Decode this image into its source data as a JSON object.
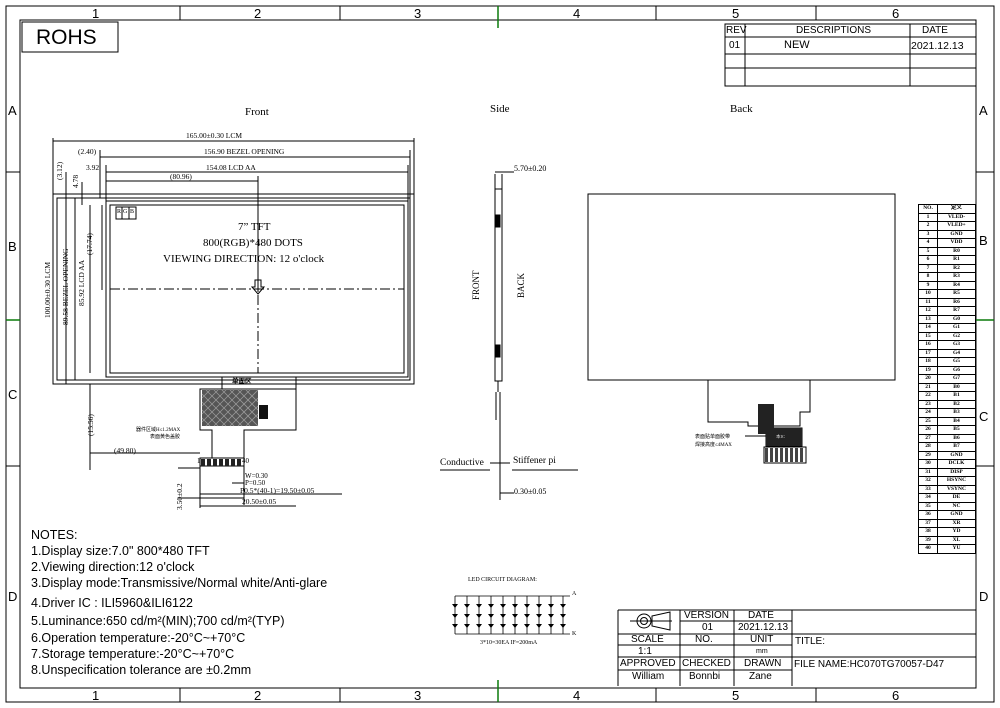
{
  "border": {
    "top_numbers": [
      "1",
      "2",
      "3",
      "4",
      "5",
      "6"
    ],
    "bottom_numbers": [
      "1",
      "2",
      "3",
      "4",
      "5",
      "6"
    ],
    "left_letters": [
      "A",
      "B",
      "C",
      "D"
    ],
    "right_letters": [
      "A",
      "B",
      "C",
      "D"
    ]
  },
  "rohs": "ROHS",
  "revision_table": {
    "headers": {
      "rev": "REV",
      "descriptions": "DESCRIPTIONS",
      "date": "DATE"
    },
    "rows": [
      {
        "rev": "01",
        "description": "NEW",
        "date": "2021.12.13"
      }
    ]
  },
  "views": {
    "front": "Front",
    "side": "Side",
    "back": "Back"
  },
  "front_view": {
    "screen_lines": [
      "7” TFT",
      "800(RGB)*480 DOTS",
      "VIEWING DIRECTION: 12 o'clock"
    ],
    "rgb": [
      "R",
      "G",
      "B"
    ],
    "dims": {
      "lcm_w": "165.00±0.30 LCM",
      "bezel_w": "156.90 BEZEL OPENING",
      "aa_w": "154.08 LCD AA",
      "d240": "(2.40)",
      "d392": "3.92",
      "d8096": "(80.96)",
      "d312": "(3.12)",
      "d478": "4.78",
      "d1774": "(17.74)",
      "lcm_h": "100.00±0.30 LCM",
      "bezel_h": "89.58 BEZEL OPENING",
      "aa_h": "85.92 LCD AA",
      "d1556": "(15.56)",
      "d4980": "(49.80)",
      "d350": "3.50±0.2",
      "pin1": "1",
      "pin40": "40",
      "fpc_w": "W=0.30",
      "fpc_p": "P=0.50",
      "pitch": "P0.5*(40-1)=19.50±0.05",
      "total": "20.50±0.05"
    },
    "fpc_label": "单面区",
    "notes_cn": [
      "器件区域H≤1.2MAX",
      "表面黄色盖胶"
    ]
  },
  "side_view": {
    "front": "FRONT",
    "back": "BACK",
    "thickness": "5.70±0.20",
    "conductive": "Conductive",
    "stiffener": "Stiffener pi",
    "fpc_thk": "0.30±0.05"
  },
  "back_view": {
    "notes_cn": [
      "表面贴单面胶带",
      "焊接高度≤4MAX"
    ],
    "chip": "本IC"
  },
  "pin_table": {
    "headers": {
      "no": "NO.",
      "def": "定义"
    },
    "rows": [
      [
        "1",
        "VLED-"
      ],
      [
        "2",
        "VLED+"
      ],
      [
        "3",
        "GND"
      ],
      [
        "4",
        "VDD"
      ],
      [
        "5",
        "R0"
      ],
      [
        "6",
        "R1"
      ],
      [
        "7",
        "R2"
      ],
      [
        "8",
        "R3"
      ],
      [
        "9",
        "R4"
      ],
      [
        "10",
        "R5"
      ],
      [
        "11",
        "R6"
      ],
      [
        "12",
        "R7"
      ],
      [
        "13",
        "G0"
      ],
      [
        "14",
        "G1"
      ],
      [
        "15",
        "G2"
      ],
      [
        "16",
        "G3"
      ],
      [
        "17",
        "G4"
      ],
      [
        "18",
        "G5"
      ],
      [
        "19",
        "G6"
      ],
      [
        "20",
        "G7"
      ],
      [
        "21",
        "B0"
      ],
      [
        "22",
        "B1"
      ],
      [
        "23",
        "B2"
      ],
      [
        "24",
        "B3"
      ],
      [
        "25",
        "B4"
      ],
      [
        "26",
        "B5"
      ],
      [
        "27",
        "B6"
      ],
      [
        "28",
        "B7"
      ],
      [
        "29",
        "GND"
      ],
      [
        "30",
        "DCLK"
      ],
      [
        "31",
        "DISP"
      ],
      [
        "32",
        "HSYNC"
      ],
      [
        "33",
        "VSYNC"
      ],
      [
        "34",
        "DE"
      ],
      [
        "35",
        "NC"
      ],
      [
        "36",
        "GND"
      ],
      [
        "37",
        "XR"
      ],
      [
        "38",
        "YD"
      ],
      [
        "39",
        "XL"
      ],
      [
        "40",
        "YU"
      ]
    ]
  },
  "notes": {
    "title": "NOTES:",
    "items": [
      "1.Display size:7.0\" 800*480 TFT",
      "2.Viewing direction:12 o'clock",
      "3.Display mode:Transmissive/Normal white/Anti-glare",
      "4.Driver IC : ILI5960&ILI6122",
      "5.Luminance:650 cd/m²(MIN);700 cd/m²(TYP)",
      "6.Operation temperature:-20°C~+70°C",
      "7.Storage temperature:-20°C~+70°C",
      "8.Unspecification tolerance are ±0.2mm"
    ]
  },
  "led": {
    "title": "LED CIRCUIT DIAGRAM:",
    "anode": "A",
    "cathode": "K",
    "caption": "3*10=30EA IF=200mA"
  },
  "title_block": {
    "version_label": "VERSION",
    "version": "01",
    "date_label": "DATE",
    "date": "2021.12.13",
    "scale_label": "SCALE",
    "scale": "1:1",
    "no_label": "NO.",
    "unit_label": "UNIT",
    "unit": "mm",
    "title_label": "TITLE:",
    "approved_label": "APPROVED",
    "approved": "William",
    "checked_label": "CHECKED",
    "checked": "Bonnbi",
    "drawn_label": "DRAWN",
    "drawn": "Zane",
    "file_name": "FILE NAME:HC070TG70057-D47"
  }
}
